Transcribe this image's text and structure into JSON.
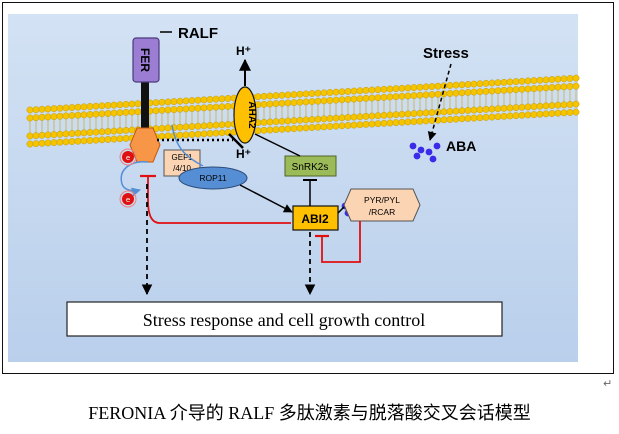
{
  "diagram": {
    "ralf": "RALF",
    "fer": "FER",
    "aha2": "AHA2",
    "h_plus_top": "H⁺",
    "h_plus_bottom": "H⁺",
    "stress": "Stress",
    "aba": "ABA",
    "gef_line1": "GEF1",
    "gef_line2": "/4/10",
    "rop11": "ROP11",
    "snrk2s": "SnRK2s",
    "abi2": "ABI2",
    "pyr_line1": "PYR/PYL",
    "pyr_line2": "/RCAR",
    "ros_1": "e",
    "ros_2": "e",
    "output_box": "Stress response and cell growth control"
  },
  "caption": "FERONIA 介导的 RALF 多肽激素与脱落酸交叉会话模型",
  "return_mark": "↵",
  "colors": {
    "background": "#c6d9f1",
    "membrane_bead": "#f5c400",
    "fer_box": "#9b7ed4",
    "fer_kinase": "#f79646",
    "aha2": "#ffc000",
    "snrk2s": "#9bbb59",
    "abi2": "#ffc000",
    "pyr": "#fbd4b4",
    "rop11": "#558ed5",
    "aba_dot": "#3b2be8",
    "inhibit_red": "#e01010",
    "output_box": "#ffffff"
  }
}
